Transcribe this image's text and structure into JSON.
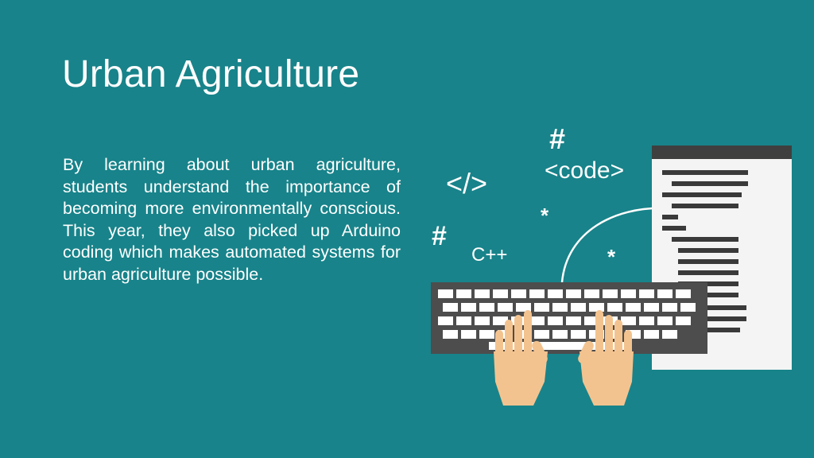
{
  "slide": {
    "title": "Urban Agriculture",
    "body": "By learning about urban agriculture, students understand the importance of becoming more environmentally conscious. This year, they also picked up Arduino coding which makes automated systems for urban agriculture possible."
  },
  "illustration": {
    "hash_top": "#",
    "code_tag": "<code>",
    "close_tag": "</>",
    "hash_left": "#",
    "cpp": "C++",
    "star_a": "*",
    "star_b": "*"
  },
  "colors": {
    "background": "#18838a",
    "text": "#ffffff",
    "keyboard_frame": "#4d4d4d",
    "document": "#f4f4f4",
    "document_header": "#3f3f3f",
    "skin": "#f3c38f"
  }
}
